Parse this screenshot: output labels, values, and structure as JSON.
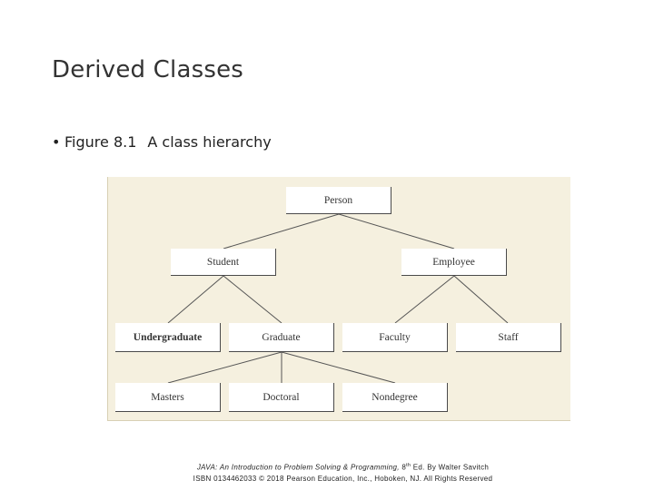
{
  "slide": {
    "title": "Derived Classes",
    "bullet": "•",
    "figure_label": "Figure 8.1",
    "figure_caption": "A class hierarchy"
  },
  "diagram": {
    "nodes": {
      "person": "Person",
      "student": "Student",
      "employee": "Employee",
      "undergraduate": "Undergraduate",
      "graduate": "Graduate",
      "faculty": "Faculty",
      "staff": "Staff",
      "masters": "Masters",
      "doctoral": "Doctoral",
      "nondegree": "Nondegree"
    },
    "edges": [
      [
        "person",
        "student"
      ],
      [
        "person",
        "employee"
      ],
      [
        "student",
        "undergraduate"
      ],
      [
        "student",
        "graduate"
      ],
      [
        "employee",
        "faculty"
      ],
      [
        "employee",
        "staff"
      ],
      [
        "graduate",
        "masters"
      ],
      [
        "graduate",
        "doctoral"
      ],
      [
        "graduate",
        "nondegree"
      ]
    ],
    "colors": {
      "panel_background": "#f5f0df",
      "node_background": "#ffffff",
      "line": "#555555"
    }
  },
  "footer": {
    "line1_title": "JAVA: An Introduction to Problem Solving & Programming,",
    "line1_edition_num": "8",
    "line1_edition_sup": "th",
    "line1_rest": "Ed. By Walter Savitch",
    "line2": "ISBN 0134462033 © 2018 Pearson Education, Inc., Hoboken, NJ. All Rights Reserved"
  }
}
